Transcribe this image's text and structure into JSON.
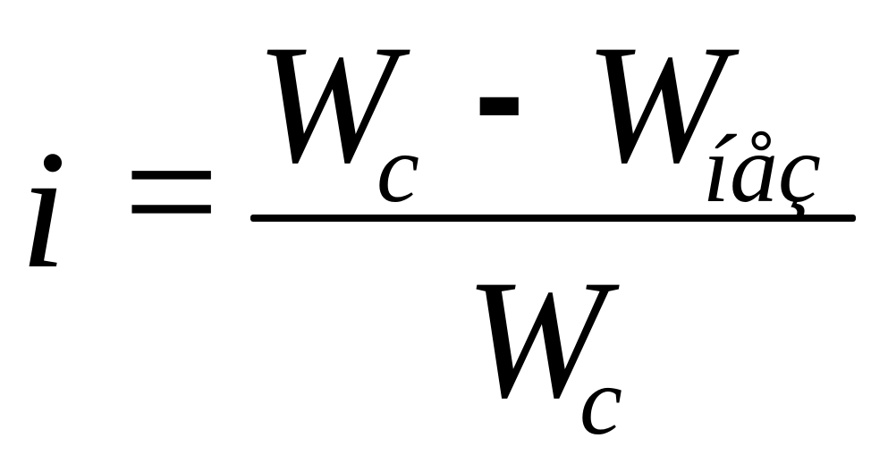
{
  "formula": {
    "lhs": "i",
    "equals": "=",
    "numerator": {
      "term1": "W",
      "term1_sub": "c",
      "operator": "-",
      "term2": "W",
      "term2_sub": "íåç"
    },
    "denominator": {
      "term": "W",
      "term_sub": "c"
    }
  },
  "colors": {
    "ink": "#000000",
    "background": "#ffffff"
  }
}
